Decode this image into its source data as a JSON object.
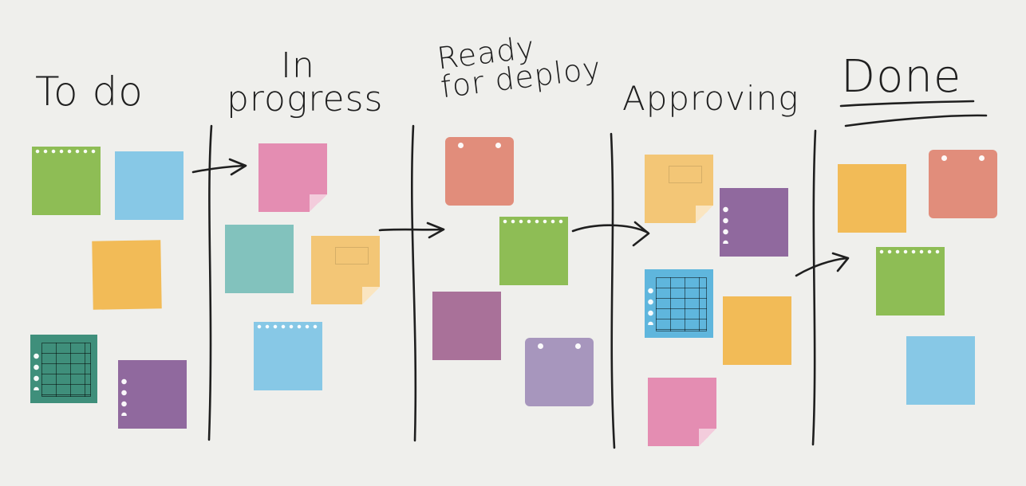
{
  "board": {
    "columns": [
      {
        "id": "todo",
        "title_lines": [
          "To do"
        ]
      },
      {
        "id": "in-progress",
        "title_lines": [
          "In",
          "progress"
        ]
      },
      {
        "id": "ready",
        "title_lines": [
          "Ready",
          "for deploy"
        ]
      },
      {
        "id": "approving",
        "title_lines": [
          "Approving"
        ]
      },
      {
        "id": "done",
        "title_lines": [
          "Done"
        ]
      }
    ]
  },
  "colors": {
    "background": "#efefec",
    "ink": "#1f1f1f",
    "green": "#8ebd55",
    "blue": "#87c8e6",
    "orange": "#f2bb57",
    "teal": "#3f8f7b",
    "purple": "#90699e",
    "pink": "#e48db2",
    "aqua": "#82c2bd",
    "peach": "#f3c676",
    "salmon": "#e18d7b",
    "magenta": "#a97199",
    "lavender": "#a796bd",
    "tableBlue": "#5fb6dd"
  }
}
